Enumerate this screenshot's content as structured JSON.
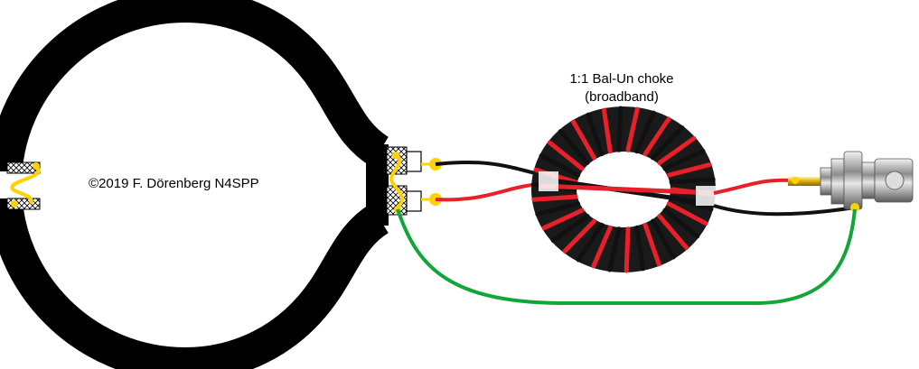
{
  "copyright": "©2019 F. Dörenberg N4SPP",
  "choke": {
    "title": "1:1 Bal-Un choke",
    "subtitle": "(broadband)"
  },
  "components": {
    "loop": "shielded-loop-antenna",
    "toroid": "ferrite-toroid-choke",
    "connector": "bnc-connector"
  },
  "colors": {
    "loop": "#000000",
    "shield": "#ffd200",
    "red_wire": "#e8202a",
    "black_wire": "#111111",
    "ground_wire": "#13a538",
    "toroid_body": "#1a1a1a"
  }
}
